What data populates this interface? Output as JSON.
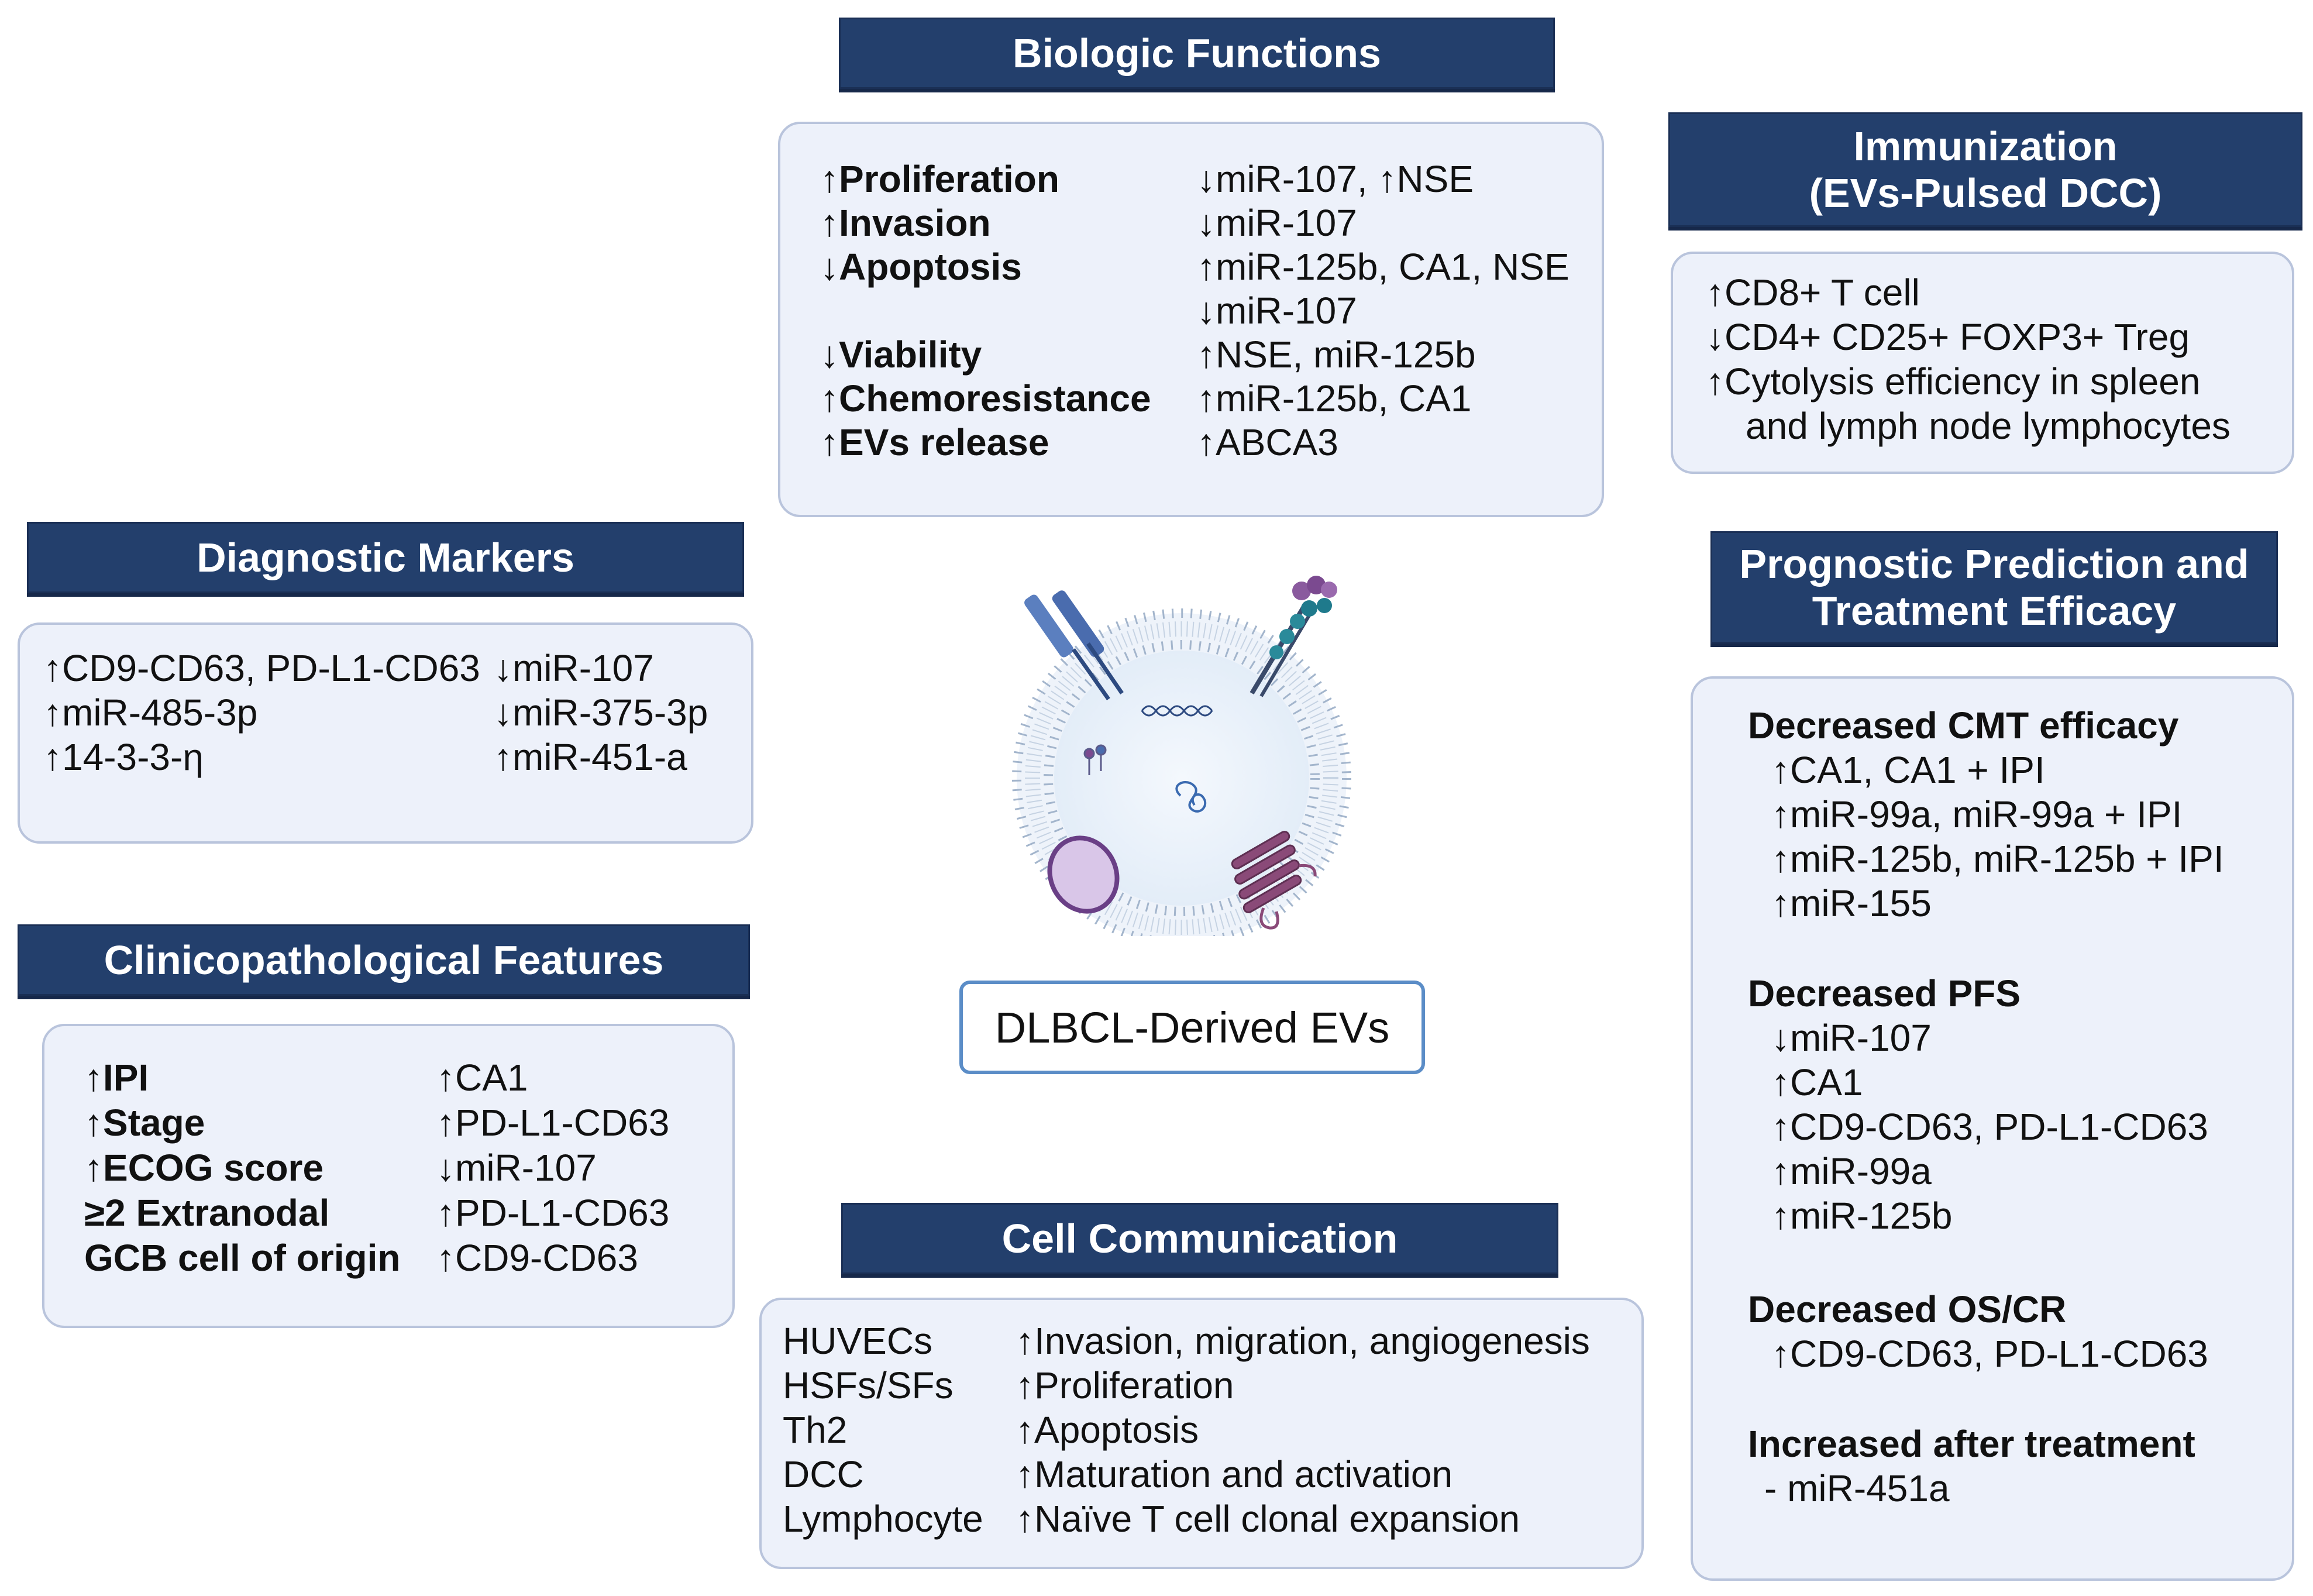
{
  "center_label": "DLBCL-Derived EVs",
  "biologic": {
    "header": "Biologic Functions",
    "left": [
      "↑Proliferation",
      "↑Invasion",
      "↓Apoptosis",
      "",
      "↓Viability",
      "↑Chemoresistance",
      "↑EVs release"
    ],
    "right": [
      "↓miR-107,  ↑NSE",
      "↓miR-107",
      "↑miR-125b, CA1, NSE",
      "↓miR-107",
      "↑NSE, miR-125b",
      "↑miR-125b, CA1",
      "↑ABCA3"
    ]
  },
  "immunization": {
    "header_line1": "Immunization",
    "header_line2": "(EVs-Pulsed DCC)",
    "lines": [
      "↑CD8+ T cell",
      "↓CD4+ CD25+ FOXP3+ Treg",
      "↑Cytolysis efficiency in spleen",
      "and lymph node lymphocytes"
    ]
  },
  "diagnostic": {
    "header": "Diagnostic Markers",
    "left": [
      "↑CD9-CD63, PD-L1-CD63",
      "↑miR-485-3p",
      "↑14-3-3-η"
    ],
    "right": [
      "↓miR-107",
      "↓miR-375-3p",
      "↑miR-451-a"
    ]
  },
  "clinico": {
    "header": "Clinicopathological Features",
    "left": [
      "↑IPI",
      "↑Stage",
      "↑ECOG score",
      "≥2 Extranodal",
      "GCB cell of origin"
    ],
    "right": [
      "↑CA1",
      "↑PD-L1-CD63",
      "↓miR-107",
      "↑PD-L1-CD63",
      "↑CD9-CD63"
    ]
  },
  "prognostic": {
    "header_line1": "Prognostic Prediction and",
    "header_line2": "Treatment Efficacy",
    "sections": [
      {
        "title": "Decreased CMT efficacy",
        "items": [
          "↑CA1, CA1 + IPI",
          "↑miR-99a, miR-99a + IPI",
          "↑miR-125b, miR-125b + IPI",
          "↑miR-155"
        ]
      },
      {
        "title": "Decreased PFS",
        "items": [
          "↓miR-107",
          "↑CA1",
          "↑CD9-CD63, PD-L1-CD63",
          "↑miR-99a",
          "↑miR-125b"
        ]
      },
      {
        "title": "Decreased OS/CR",
        "items": [
          "↑CD9-CD63, PD-L1-CD63"
        ]
      },
      {
        "title": "Increased after treatment",
        "items": [
          "- miR-451a"
        ]
      }
    ]
  },
  "cellcomm": {
    "header": "Cell Communication",
    "left": [
      "HUVECs",
      "HSFs/SFs",
      "Th2",
      "DCC",
      "Lymphocyte"
    ],
    "right": [
      "↑Invasion, migration, angiogenesis",
      "↑Proliferation",
      "↑Apoptosis",
      "↑Maturation and activation",
      "↑Naïve T cell clonal expansion"
    ]
  }
}
